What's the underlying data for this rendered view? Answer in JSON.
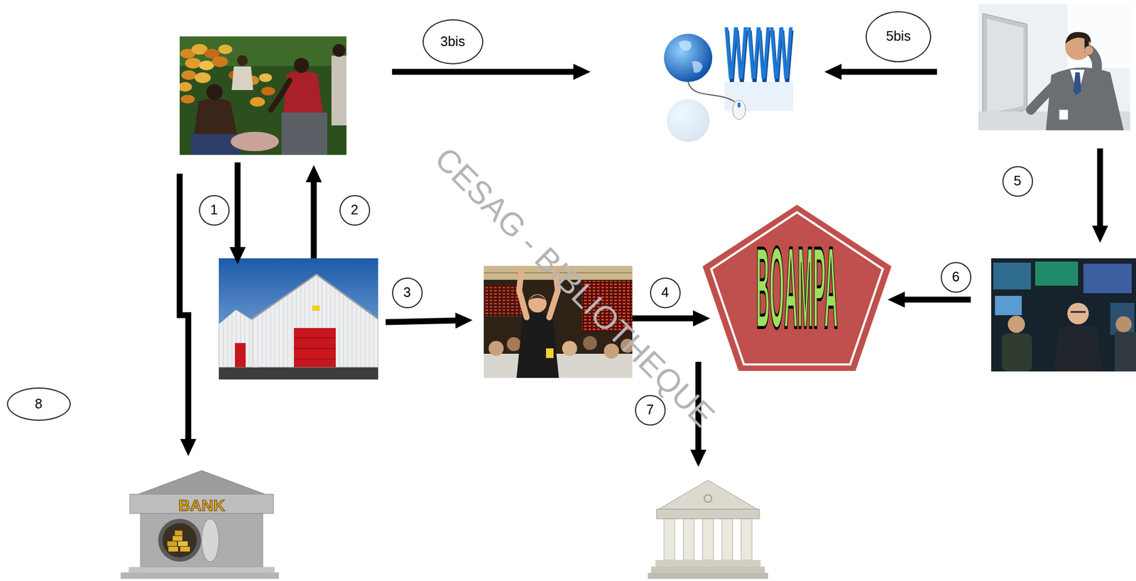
{
  "diagram": {
    "nodes": [
      {
        "text": [
          "3bis"
        ]
      },
      {
        "text": [
          "5bis"
        ]
      },
      {
        "text": [
          "5"
        ]
      },
      {
        "text": [
          "1"
        ]
      },
      {
        "text": [
          "2"
        ]
      },
      {
        "text": [
          "6"
        ]
      },
      {
        "text": [
          "3"
        ]
      },
      {
        "text": [
          "4"
        ]
      },
      {
        "text": [
          "BOAMPA"
        ]
      },
      {
        "text": [
          "8"
        ]
      },
      {
        "text": [
          "7"
        ]
      }
    ],
    "labels": [
      "WWW",
      "BANK",
      "CESAG - BIBLIOTHEQUE"
    ]
  }
}
